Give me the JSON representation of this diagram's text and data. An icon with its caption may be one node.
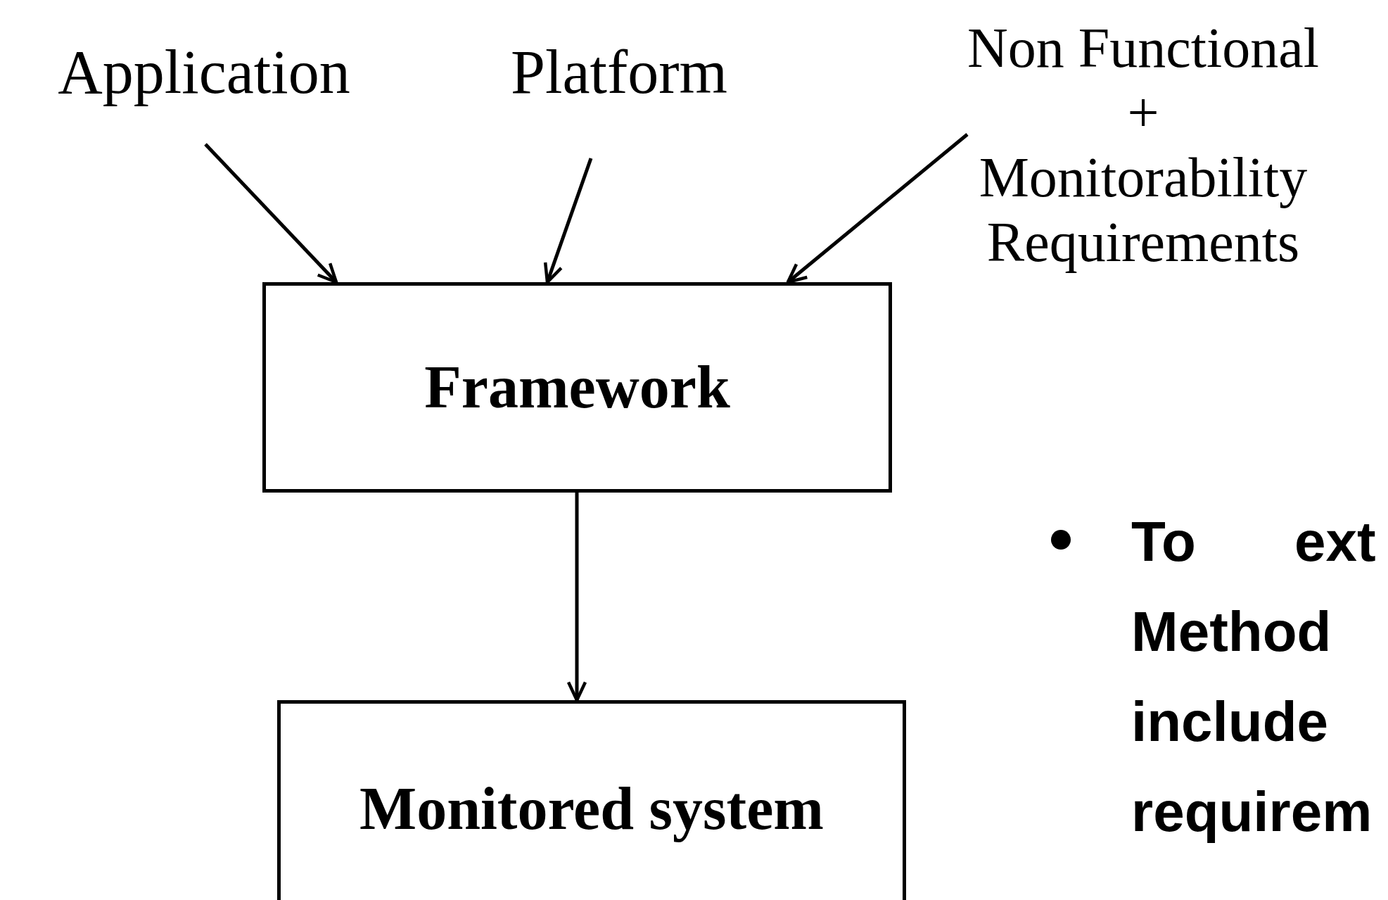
{
  "diagram": {
    "nodes": [
      {
        "text": [
          "Application"
        ]
      },
      {
        "text": [
          "Platform"
        ]
      },
      {
        "text": [
          "Non Functional",
          "+",
          "Monitorability Requirements"
        ]
      },
      {
        "text": [
          "Framework"
        ]
      },
      {
        "text": [
          "Monitored system"
        ]
      }
    ],
    "edges": [
      {
        "from": 0,
        "to": 3,
        "arrow": "to"
      },
      {
        "from": 1,
        "to": 3,
        "arrow": "to"
      },
      {
        "from": 2,
        "to": 3,
        "arrow": "to"
      },
      {
        "from": 3,
        "to": 4,
        "arrow": "to"
      }
    ],
    "labels": [
      "To",
      "ext",
      "Method",
      "include",
      "requirem"
    ]
  }
}
